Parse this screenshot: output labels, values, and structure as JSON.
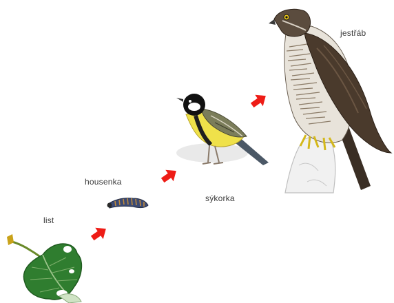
{
  "food_chain": {
    "stages": [
      {
        "label": "list",
        "illustration": "leaf-illustration"
      },
      {
        "label": "housenka",
        "illustration": "caterpillar-illustration"
      },
      {
        "label": "sýkorka",
        "illustration": "great-tit-illustration"
      },
      {
        "label": "jestřáb",
        "illustration": "hawk-illustration"
      }
    ],
    "arrows": {
      "icon": "red-arrow-icon",
      "color": "#ee1c16",
      "count": 3
    }
  }
}
